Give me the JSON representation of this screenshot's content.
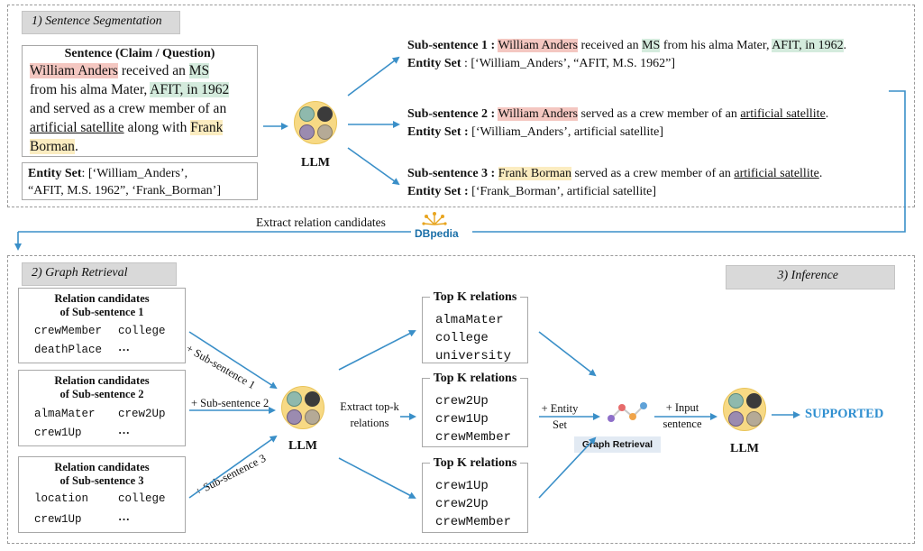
{
  "section1": {
    "label": "1) Sentence Segmentation",
    "sentence_title": "Sentence (Claim / Question)",
    "entity_set_label": "Entity Set",
    "entity_set_line1": ": [‘William_Anders’,",
    "entity_set_line2": "“AFIT, M.S. 1962”, ‘Frank_Borman’]",
    "llm_label": "LLM",
    "sentence": {
      "p1": "William Anders",
      "p2": " received an ",
      "p3": "MS",
      "p4": "from his alma Mater, ",
      "p5": "AFIT, in 1962",
      "p6": "and served as a crew member of an",
      "p7": "artificial satellite",
      "p8": " along with ",
      "p9": "Frank",
      "p10": "Borman",
      "p11": "."
    },
    "subs": [
      {
        "label": "Sub-sentence 1 :",
        "ent": "William Anders",
        "mid": " received an ",
        "ms": "MS",
        "mid2": " from his alma Mater, ",
        "afit": "AFIT, in 1962",
        "end": ".",
        "es_label": "Entity Set",
        "es_value": " : [‘William_Anders’, “AFIT, M.S. 1962”]"
      },
      {
        "label": "Sub-sentence 2 :",
        "ent": "William Anders",
        "mid": " served as a crew member of an ",
        "sat": "artificial satellite",
        "end": ".",
        "es_label": "Entity Set :",
        "es_value": " [‘William_Anders’, artificial satellite]"
      },
      {
        "label": "Sub-sentence 3 :",
        "ent": "Frank Borman",
        "mid": " served as a crew member of an ",
        "sat": "artificial satellite",
        "end": ".",
        "es_label": "Entity Set :",
        "es_value": " [‘Frank_Borman’, artificial satellite]"
      }
    ]
  },
  "extract_label": "Extract relation candidates",
  "dbpedia_label": "DBpedia",
  "section2": {
    "label": "2) Graph Retrieval"
  },
  "section3": {
    "label": "3) Inference"
  },
  "relation_candidates": [
    {
      "title1": "Relation candidates",
      "title2": "of Sub-sentence 1",
      "a": "crewMember",
      "b": "college",
      "c": "deathPlace",
      "d": "···"
    },
    {
      "title1": "Relation candidates",
      "title2": "of Sub-sentence 2",
      "a": "almaMater",
      "b": "crew2Up",
      "c": "crew1Up",
      "d": "···"
    },
    {
      "title1": "Relation candidates",
      "title2": "of Sub-sentence 3",
      "a": "location",
      "b": "college",
      "c": "crew1Up",
      "d": "···"
    }
  ],
  "plus_sub": [
    "+ Sub-sentence 1",
    "+ Sub-sentence 2",
    "+ Sub-sentence 3"
  ],
  "llm2_label": "LLM",
  "extract_topk": [
    "Extract top-k",
    "relations"
  ],
  "top_k": [
    {
      "title": "Top K relations",
      "items": [
        "almaMater",
        "college",
        "university"
      ]
    },
    {
      "title": "Top K relations",
      "items": [
        "crew2Up",
        "crew1Up",
        "crewMember"
      ]
    },
    {
      "title": "Top K relations",
      "items": [
        "crew1Up",
        "crew2Up",
        "crewMember"
      ]
    }
  ],
  "plus_entity": [
    "+ Entity",
    "Set"
  ],
  "graph_retrieval_label": "Graph Retrieval",
  "plus_input": [
    "+ Input",
    "sentence"
  ],
  "llm3_label": "LLM",
  "result": "SUPPORTED",
  "colors": {
    "arrow": "#3a8fc8",
    "result": "#2f8fd0",
    "llm_bg": "#f7d984"
  }
}
